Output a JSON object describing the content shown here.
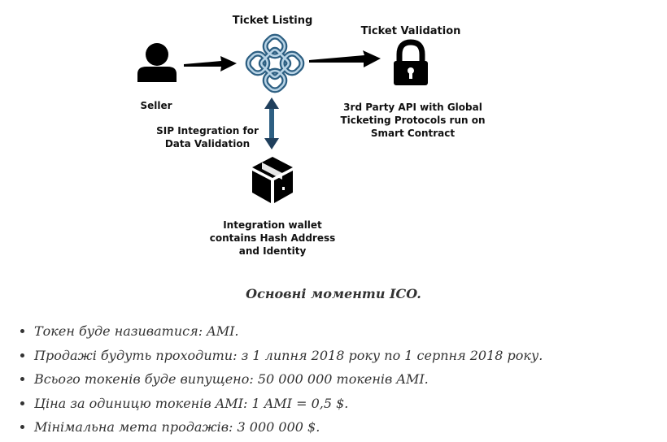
{
  "diagram": {
    "seller_label": "Seller",
    "listing_label": "Ticket Listing",
    "validation_label": "Ticket Validation",
    "api_label": "3rd Party API with Global\nTicketing Protocols run on\nSmart Contract",
    "sip_label": "SIP Integration for\nData Validation",
    "wallet_label": "Integration wallet\ncontains Hash Address\nand Identity",
    "icons": [
      "person-icon",
      "knot-icon",
      "lock-icon",
      "box-icon"
    ]
  },
  "caption": "Основні моменти ICO.",
  "facts": [
    "Токен буде називатися: AMI.",
    "Продажі будуть проходити: з 1 липня 2018 року по 1 серпня 2018 року.",
    "Всього токенів буде випущено: 50 000 000 токенів AMI.",
    "Ціна за одиницю токенів AMI: 1 AMI = 0,5 $.",
    "Мінімальна мета продажів: 3 000 000 $."
  ]
}
